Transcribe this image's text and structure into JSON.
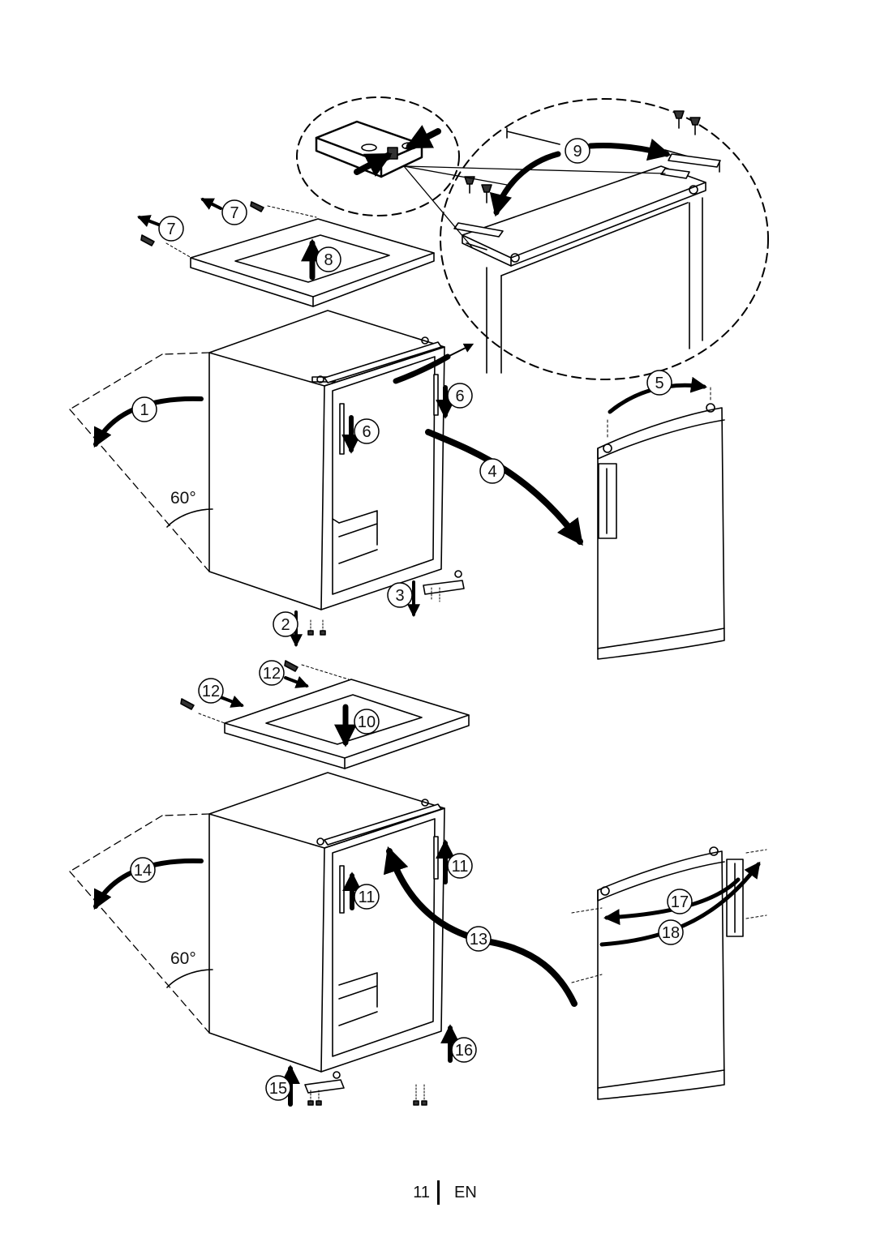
{
  "steps": {
    "s1": "1",
    "s2": "2",
    "s3": "3",
    "s4": "4",
    "s5": "5",
    "s6a": "6",
    "s6b": "6",
    "s7a": "7",
    "s7b": "7",
    "s8": "8",
    "s9": "9",
    "s10": "10",
    "s11a": "11",
    "s11b": "11",
    "s12a": "12",
    "s12b": "12",
    "s13": "13",
    "s14": "14",
    "s15": "15",
    "s16": "16",
    "s17": "17",
    "s18": "18"
  },
  "angles": {
    "top": "60°",
    "bottom": "60°"
  },
  "footer": {
    "page_number": "11",
    "language": "EN"
  }
}
